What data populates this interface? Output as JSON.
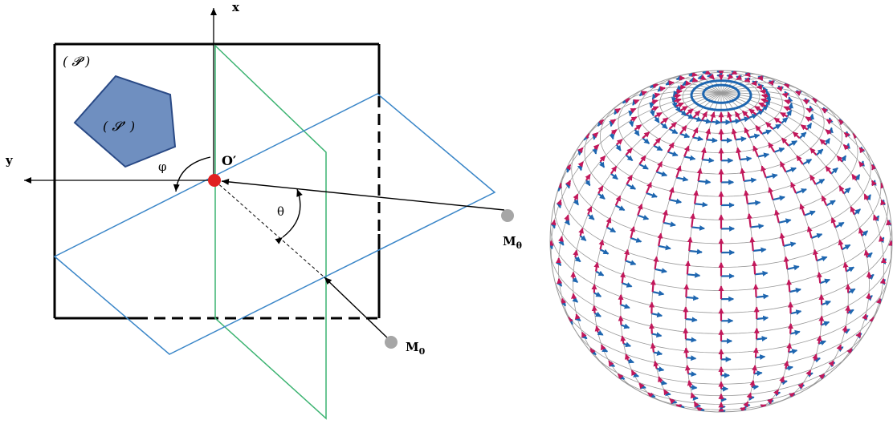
{
  "left_diagram": {
    "axis_x_label": "x",
    "axis_y_label": "y",
    "plane_label": "( 𝓟 )",
    "shape_label": "( 𝓢’ )",
    "origin_label": "O′",
    "phi_label": "φ",
    "theta_label": "θ",
    "m_theta_label": "M",
    "m_theta_sub": "θ",
    "m_zero_label": "M",
    "m_zero_sub": "0"
  },
  "colors": {
    "frame": "#000000",
    "blue_plane": "#3a86c8",
    "green_plane": "#3cb371",
    "pentagon_fill": "#6f8fc0",
    "pentagon_stroke": "#2a4a86",
    "origin_dot": "#e02020",
    "source_dot": "#a6a6a6",
    "sphere_grid": "#9a9a9a",
    "arrow_red": "#c2185b",
    "arrow_blue": "#1e66b0"
  },
  "right_diagram": {
    "description_icon": "sphere-vector-field"
  }
}
